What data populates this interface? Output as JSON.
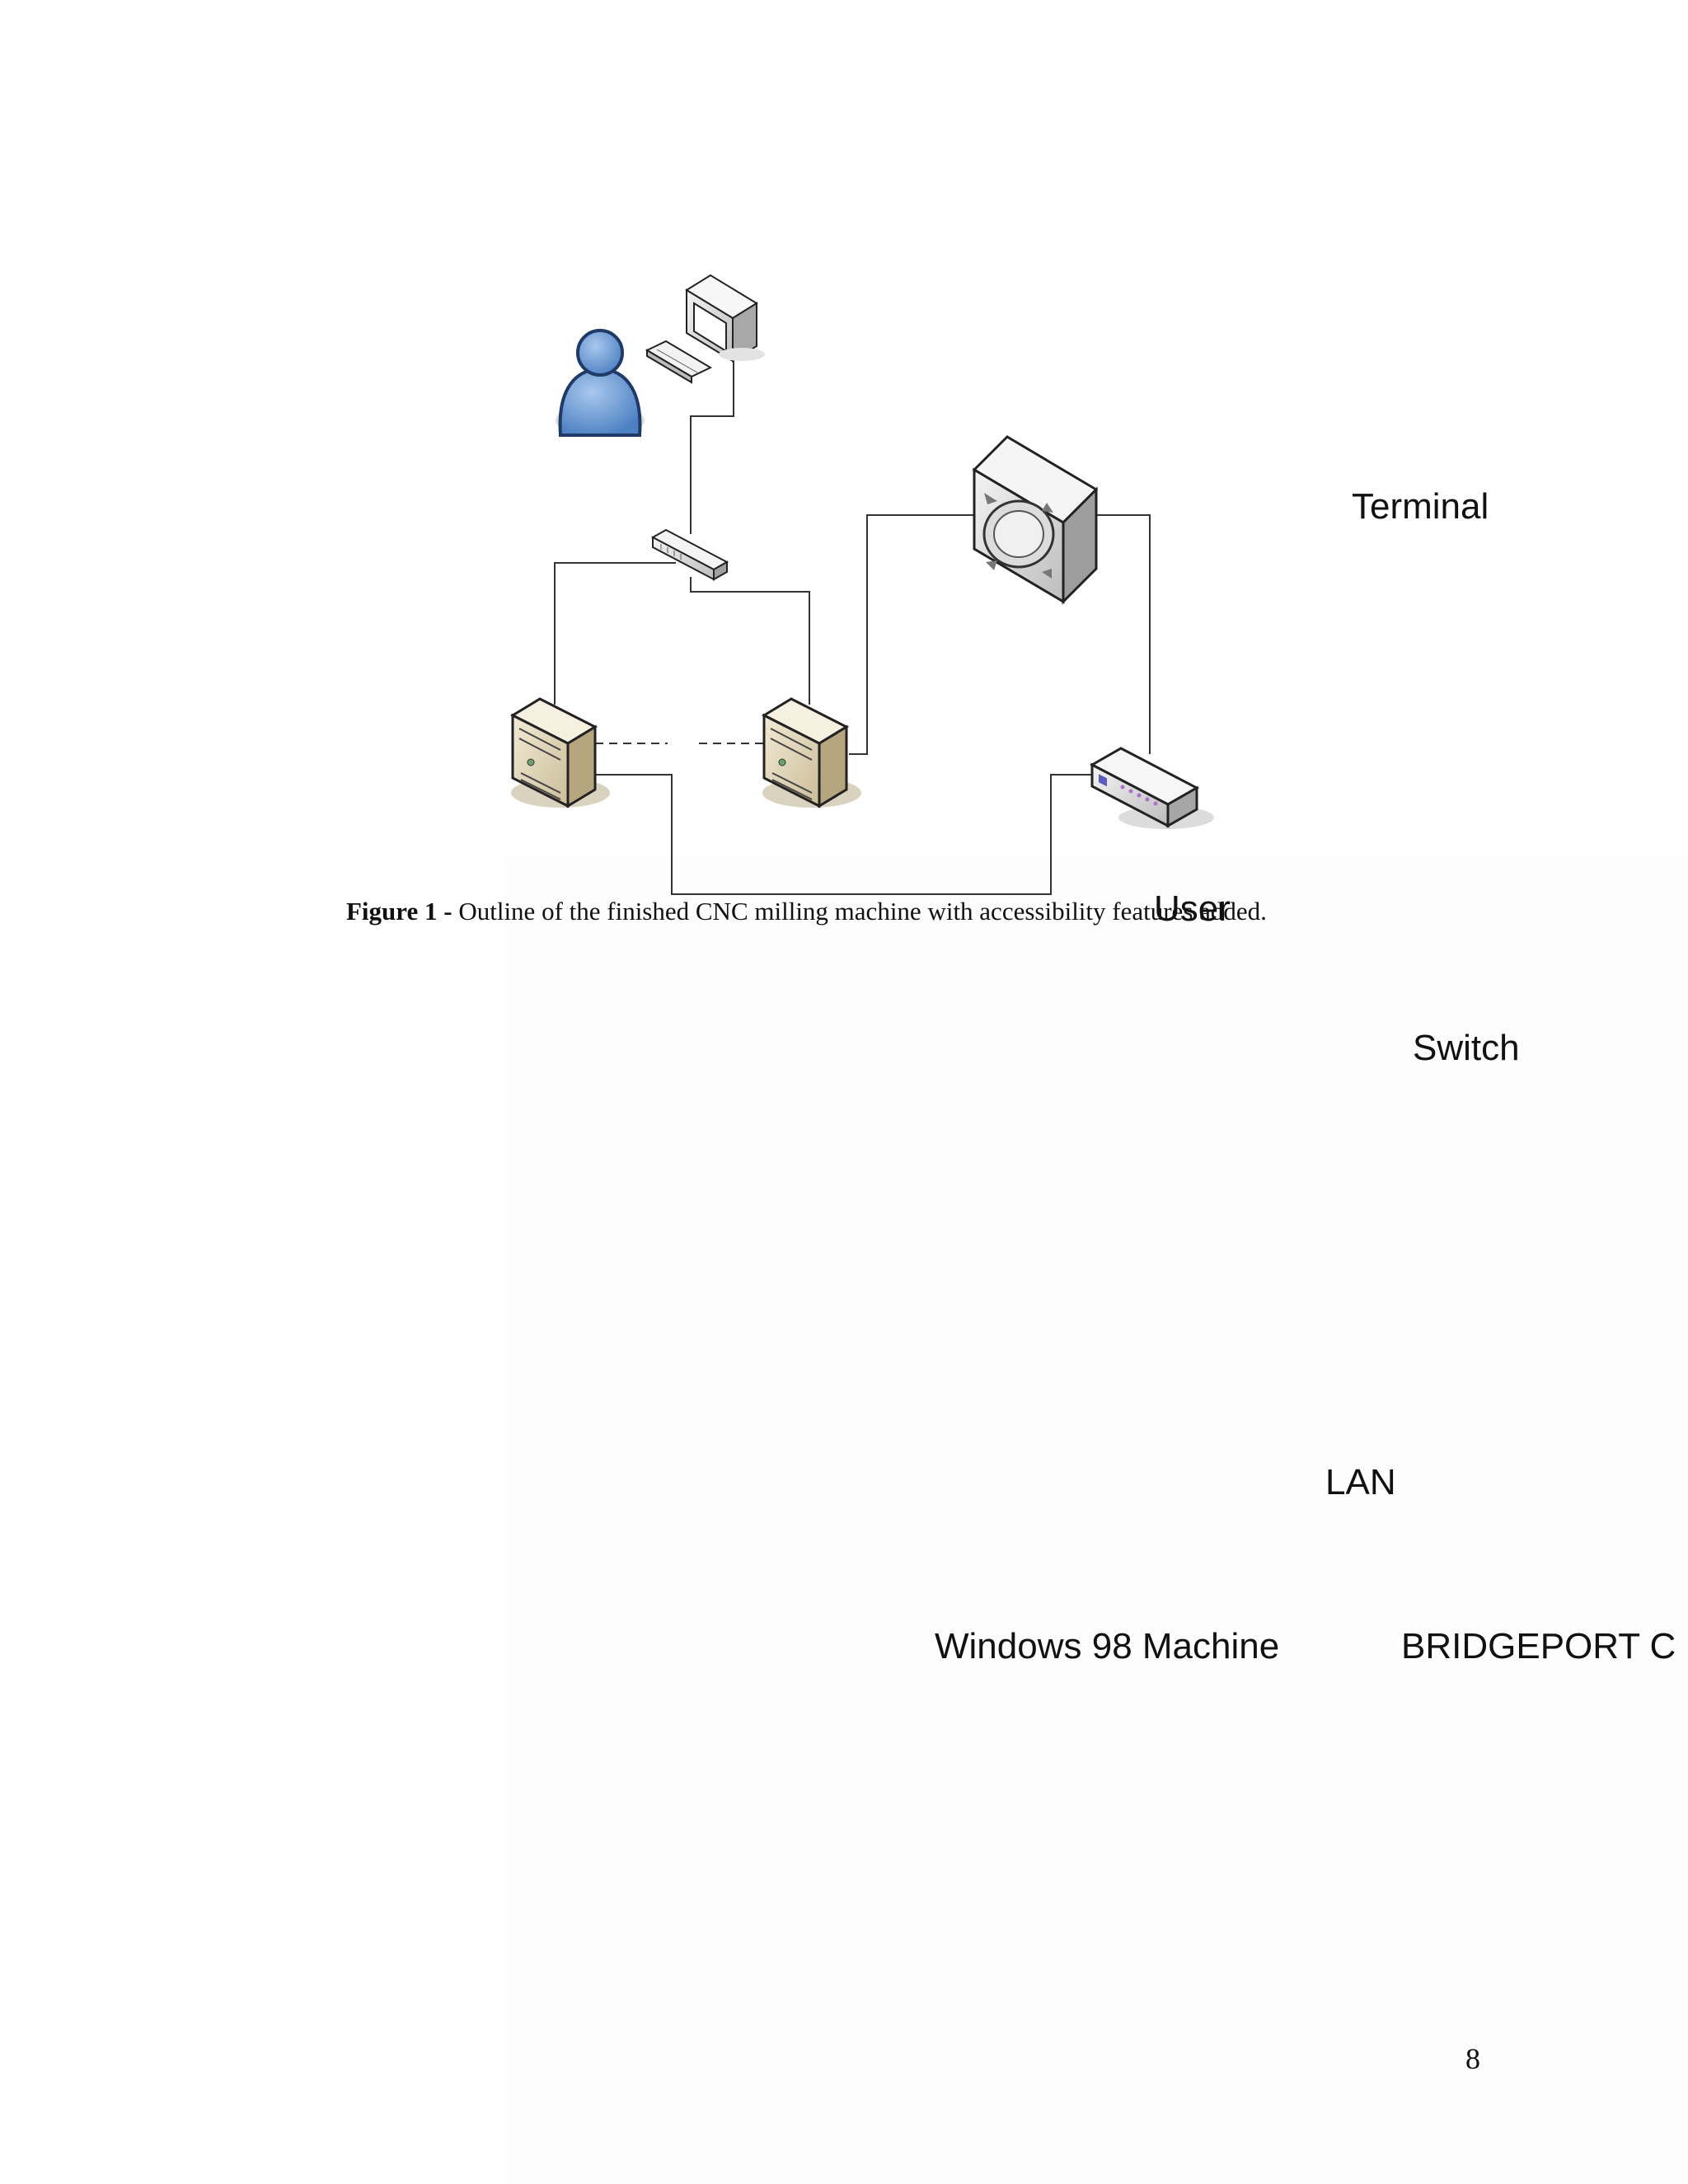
{
  "caption": {
    "label": "Figure 1 -",
    "text": " Outline of the finished CNC milling machine with accessibility features added."
  },
  "labels": {
    "terminal": "Terminal",
    "switch": "Switch",
    "lan": "LAN",
    "win98": "Windows 98 Machine",
    "bridgeport": "BRIDGEPORT C",
    "user": "User"
  },
  "page_number": "8",
  "colors": {
    "person_fill": "#5b8fcf",
    "person_stroke": "#1f3a66",
    "server_fill": "#e6dcc2",
    "server_dark": "#b5a680",
    "device_gray": "#d9d9d9",
    "line": "#333333"
  },
  "icons": {
    "user": "person-icon",
    "terminal": "computer-monitor-icon",
    "keyboard": "keyboard-icon",
    "switch": "network-switch-icon",
    "cnc": "cnc-machine-icon",
    "servers": "tower-server-icon",
    "modem": "modem-icon"
  }
}
